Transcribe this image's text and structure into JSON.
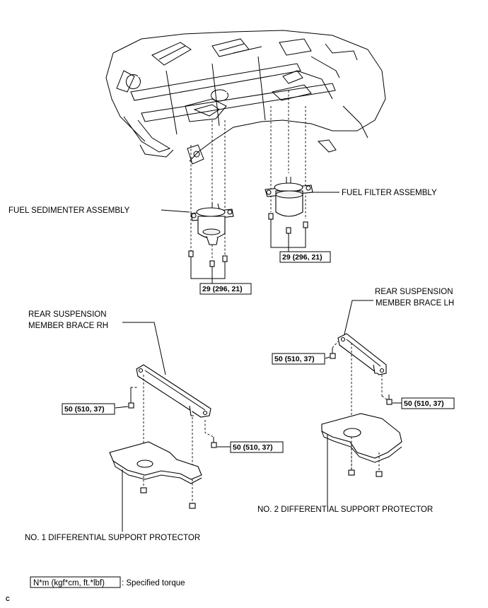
{
  "labels": {
    "fuel_filter": "FUEL FILTER ASSEMBLY",
    "fuel_sedimenter": "FUEL SEDIMENTER ASSEMBLY",
    "brace_rh_line1": "REAR SUSPENSION",
    "brace_rh_line2": "MEMBER BRACE RH",
    "brace_lh_line1": "REAR SUSPENSION",
    "brace_lh_line2": "MEMBER BRACE LH",
    "protector_no1": "NO. 1 DIFFERENTIAL SUPPORT PROTECTOR",
    "protector_no2": "NO. 2 DIFFERENTIAL SUPPORT PROTECTOR"
  },
  "torque": {
    "filter": "29 (296, 21)",
    "sedimenter": "29 (296, 21)",
    "brace_lh_upper": "50 (510, 37)",
    "brace_lh_lower": "50 (510, 37)",
    "brace_rh_left": "50 (510, 37)",
    "brace_rh_right": "50 (510, 37)"
  },
  "legend": {
    "unit": "N*m (kgf*cm, ft.*lbf)",
    "description": ": Specified torque"
  },
  "corner_code": "C"
}
